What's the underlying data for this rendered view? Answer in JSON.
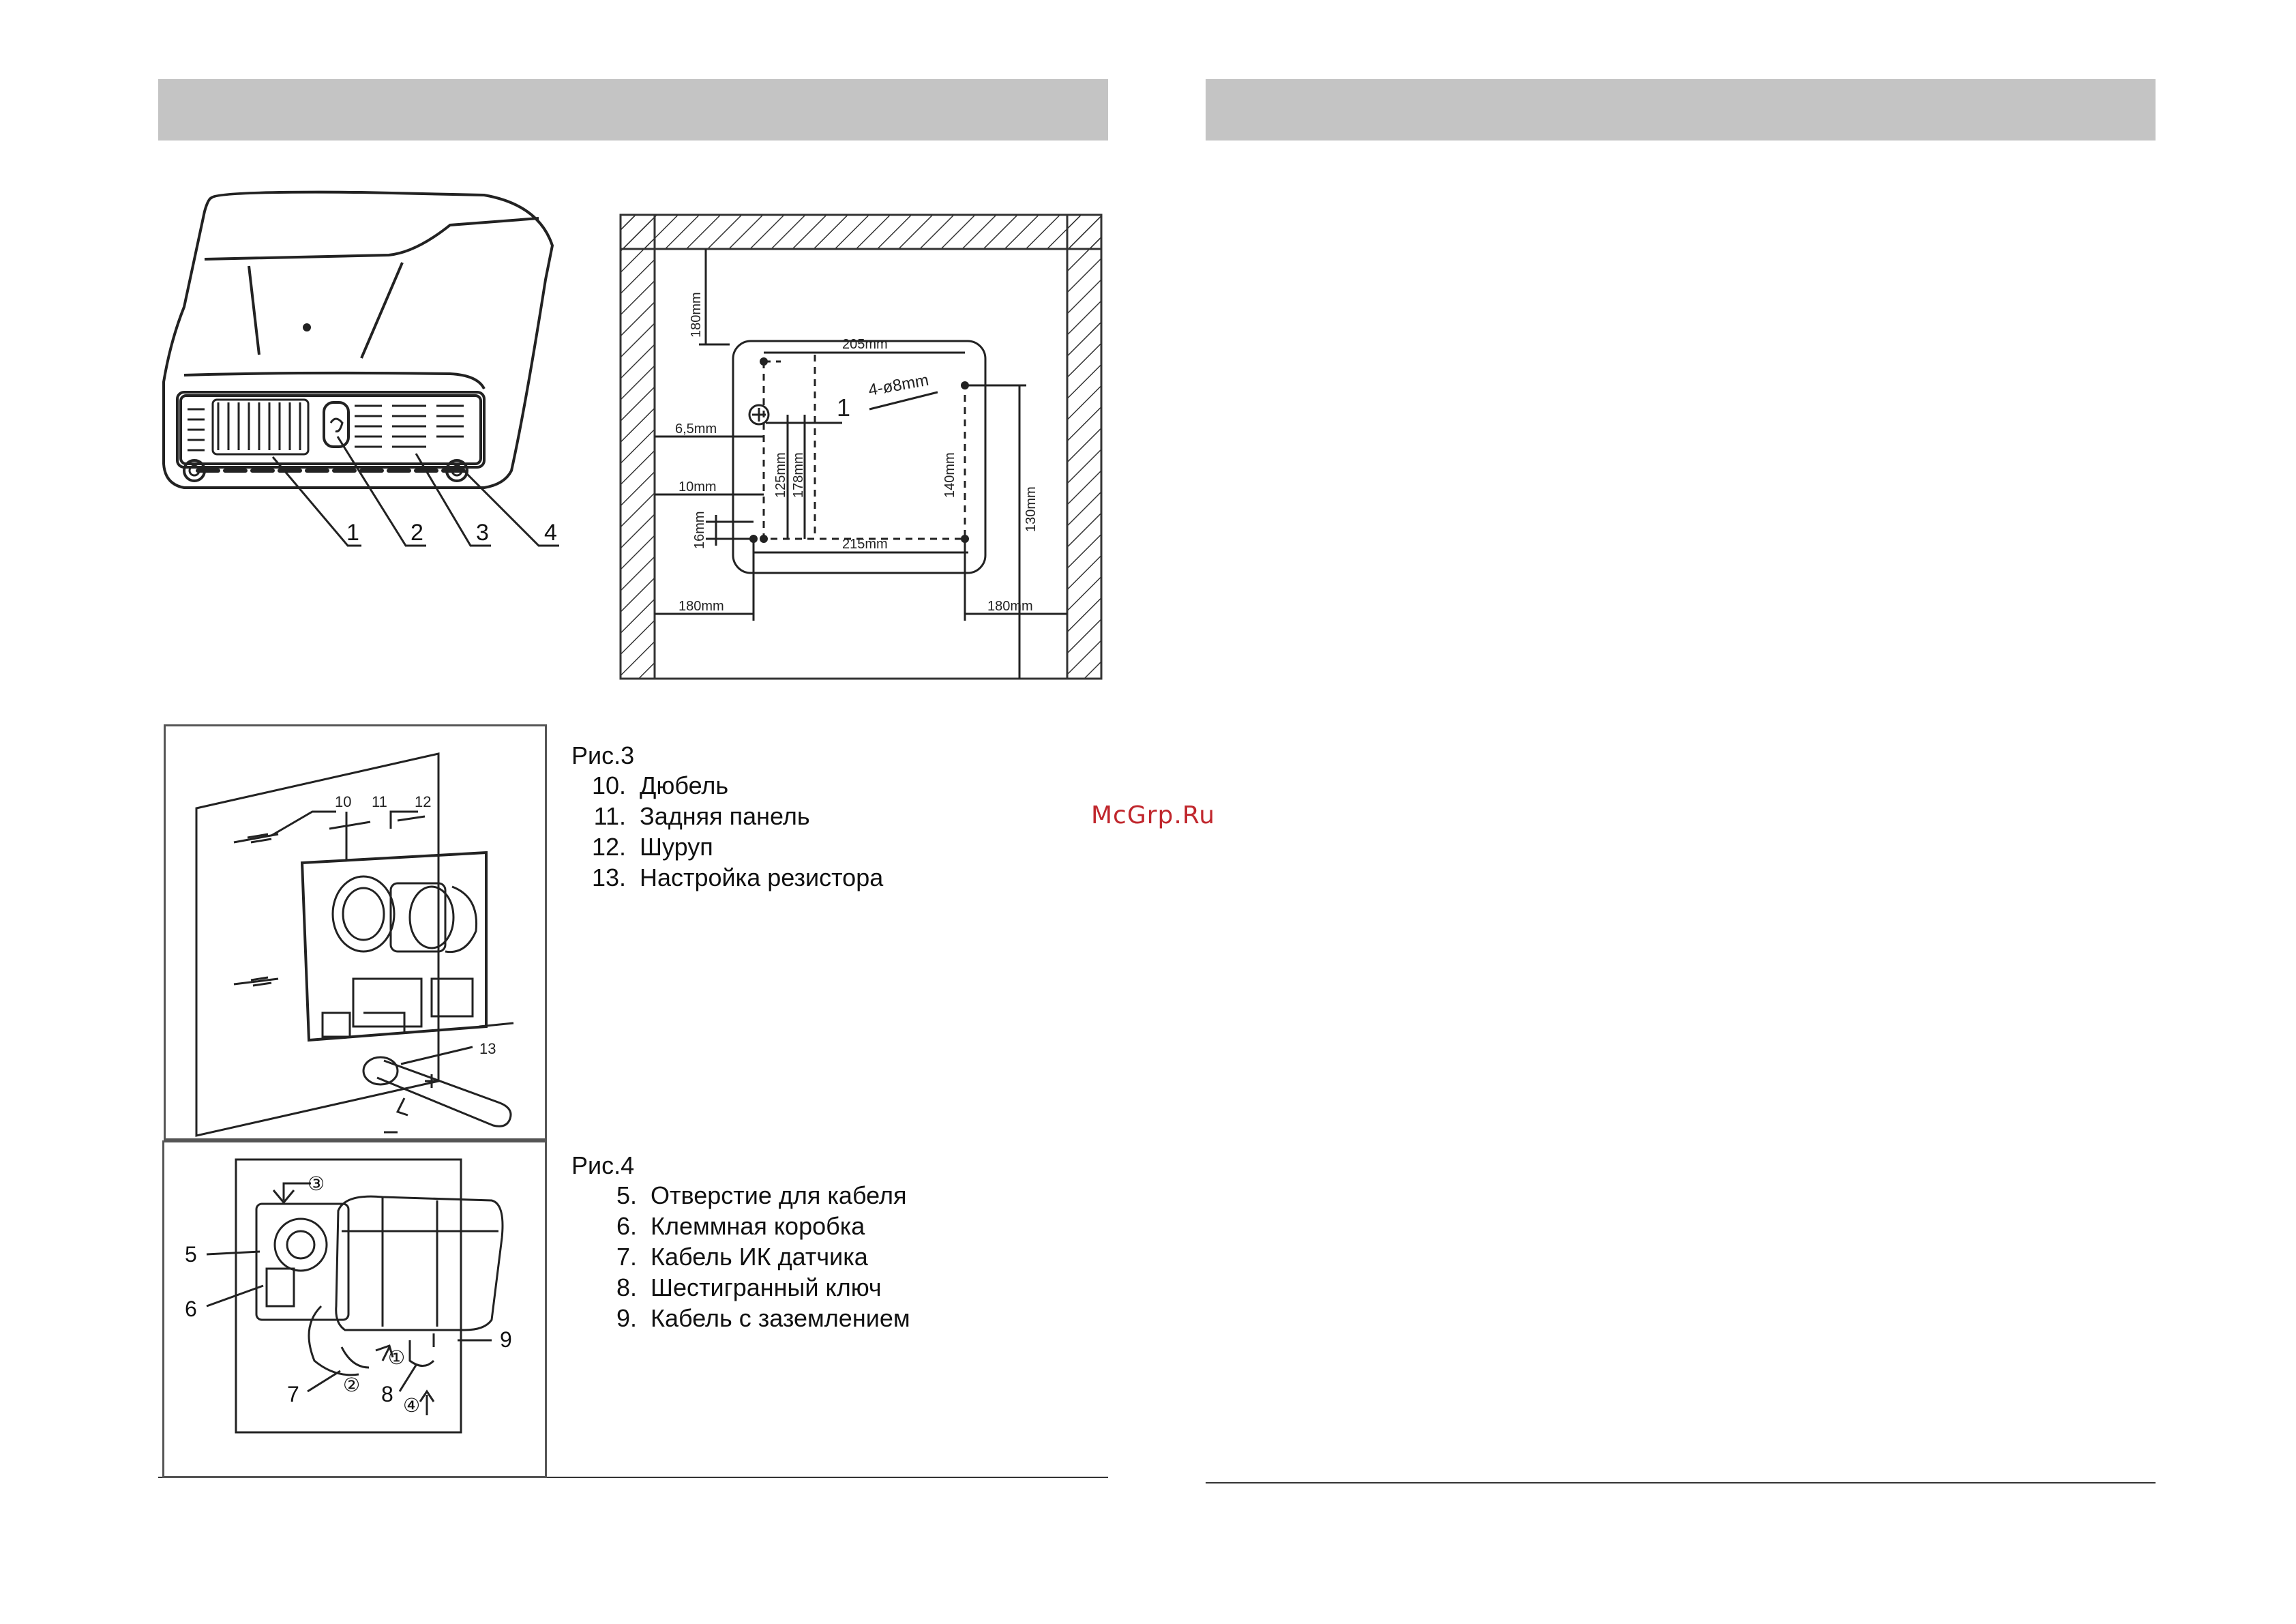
{
  "left_page": {
    "fig1": {
      "callouts": [
        "1",
        "2",
        "3",
        "4"
      ]
    },
    "fig2": {
      "dims": {
        "top_gap": "180mm",
        "width_top": "205mm",
        "hole_dia": "4-ø8mm",
        "callout": "1",
        "offset_6_5": "6,5mm",
        "h_125": "125mm",
        "h_178": "178mm",
        "h_140": "140mm",
        "h_130": "130mm",
        "offset_10": "10mm",
        "offset_16": "16mm",
        "width_bottom": "215mm",
        "left_gap": "180mm",
        "right_gap": "180mm"
      }
    },
    "fig3": {
      "title": "Рис.3",
      "callouts": [
        "10",
        "11",
        "12",
        "13"
      ],
      "items": [
        {
          "num": "10.",
          "label": "Дюбель"
        },
        {
          "num": "11.",
          "label": "Задняя панель"
        },
        {
          "num": "12.",
          "label": "Шуруп"
        },
        {
          "num": "13.",
          "label": "Настройка резистора"
        }
      ]
    },
    "fig4": {
      "title": "Рис.4",
      "callouts": [
        "5",
        "6",
        "7",
        "8",
        "9",
        "③",
        "①",
        "②",
        "④"
      ],
      "items": [
        {
          "num": "5.",
          "label": "Отверстие для кабеля"
        },
        {
          "num": "6.",
          "label": "Клеммная коробка"
        },
        {
          "num": "7.",
          "label": "Кабель ИК датчика"
        },
        {
          "num": "8.",
          "label": "Шестигранный ключ"
        },
        {
          "num": "9.",
          "label": "Кабель с заземлением"
        }
      ]
    }
  },
  "watermark": "McGrp.Ru",
  "colors": {
    "header_bar": "#c4c4c4",
    "watermark": "#c0262c",
    "line_art": "#222222"
  }
}
